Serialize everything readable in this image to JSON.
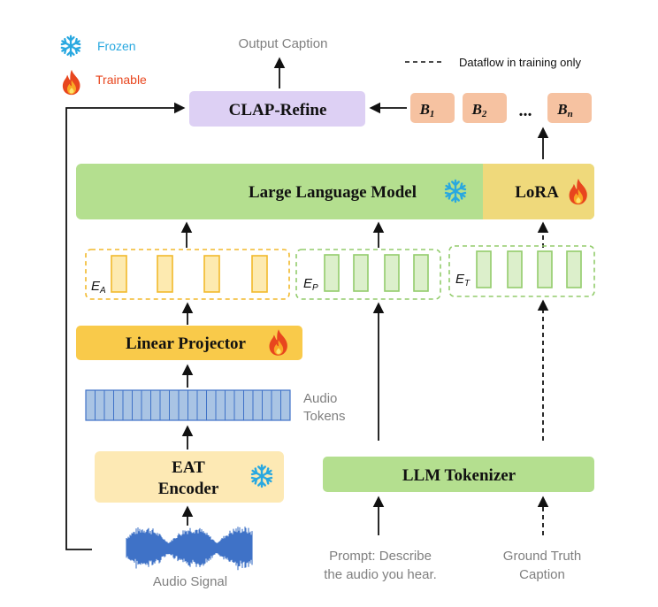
{
  "legend": {
    "frozen": "Frozen",
    "trainable": "Trainable",
    "dataflow": "Dataflow in training only",
    "frozen_color": "#29a8e0",
    "trainable_color": "#e8461e"
  },
  "output_caption": "Output Caption",
  "clap_refine": "CLAP-Refine",
  "beams": [
    {
      "base": "B",
      "sub": "1"
    },
    {
      "base": "B",
      "sub": "2"
    },
    {
      "base": "B",
      "sub": "n"
    }
  ],
  "beam_ellipsis": "...",
  "llm": "Large Language Model",
  "lora": "LoRA",
  "embeddings": {
    "audio": {
      "base": "E",
      "sub": "A"
    },
    "prompt": {
      "base": "E",
      "sub": "P"
    },
    "text": {
      "base": "E",
      "sub": "T"
    }
  },
  "linear_projector": "Linear Projector",
  "audio_tokens": [
    "Audio",
    "Tokens"
  ],
  "eat_encoder": [
    "EAT",
    "Encoder"
  ],
  "llm_tokenizer": "LLM Tokenizer",
  "audio_signal": "Audio Signal",
  "prompt": [
    "Prompt: Describe",
    "the audio you hear."
  ],
  "ground_truth": [
    "Ground Truth",
    "Caption"
  ],
  "colors": {
    "green": "#b4df8f",
    "yellow": "#f9ca4a",
    "lora": "#efd97b",
    "purple": "#ddd0f4",
    "salmon": "#f6c2a1",
    "eat": "#fde9b4",
    "token": "#a9c4e4",
    "wave": "#3f72c7"
  }
}
